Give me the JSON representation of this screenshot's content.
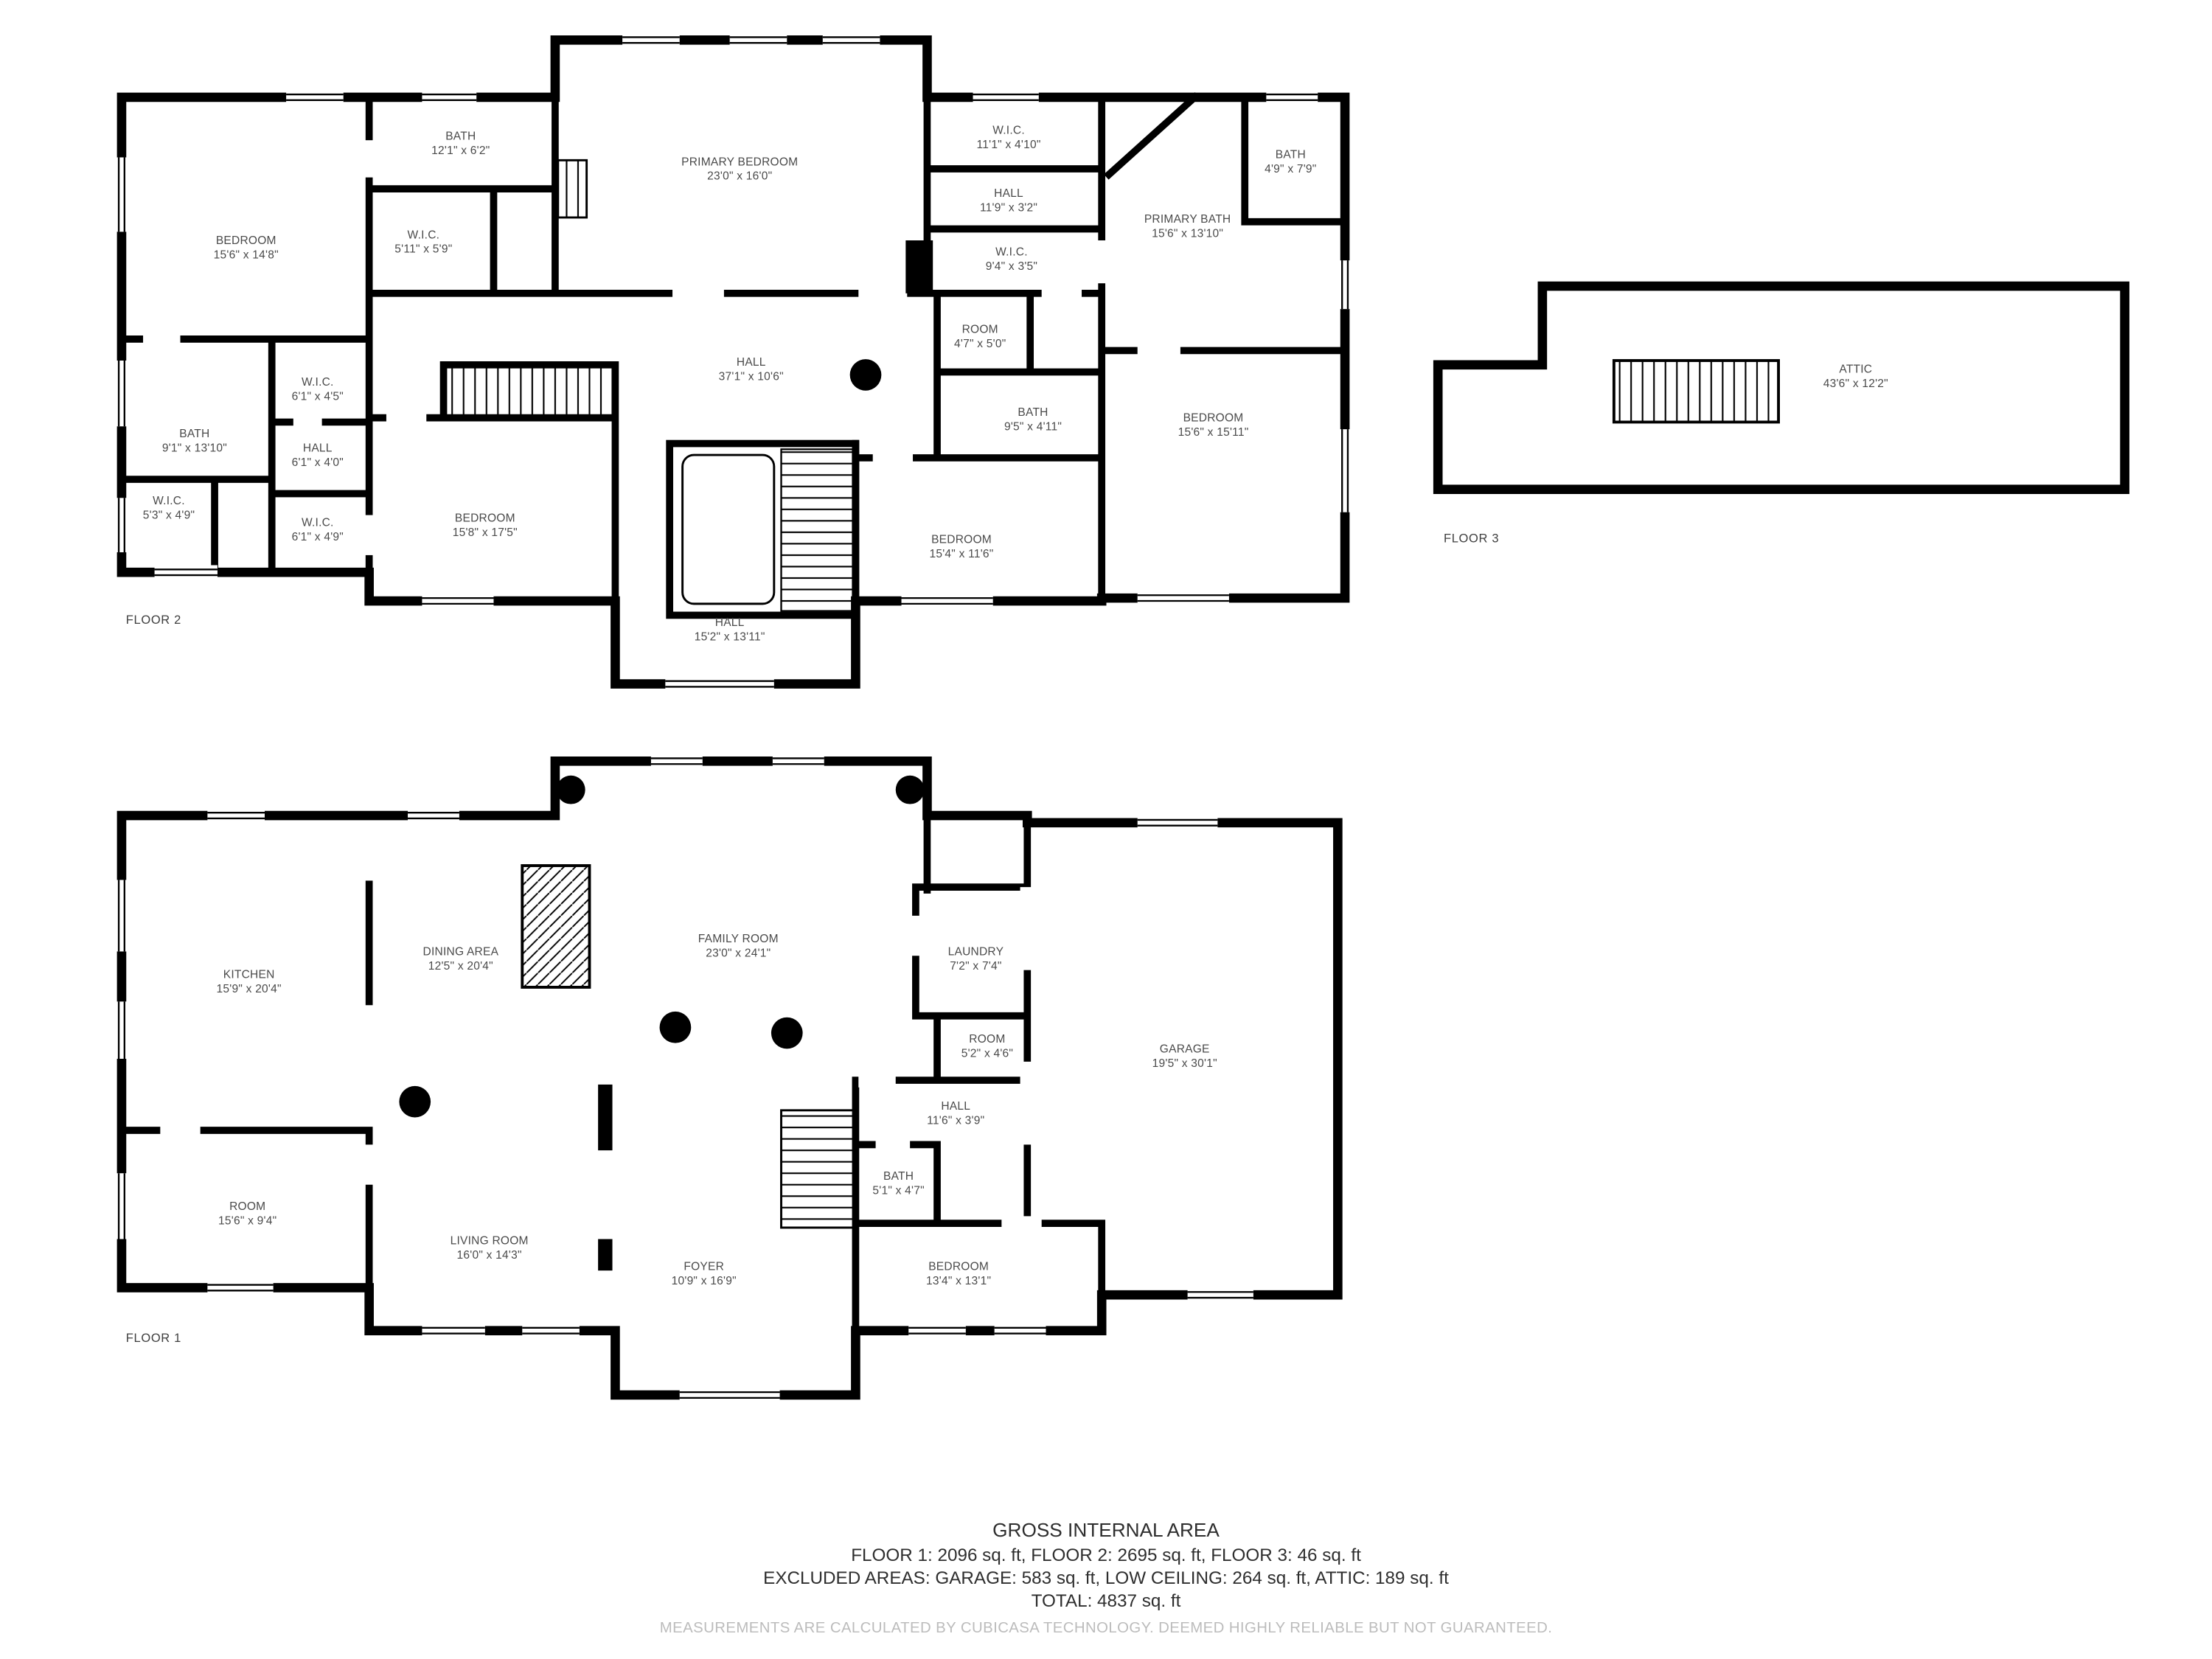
{
  "floors": [
    {
      "id": "floor-1",
      "label": "FLOOR 1",
      "rooms": [
        {
          "name": "KITCHEN",
          "dims": "15'9\" x 20'4\""
        },
        {
          "name": "DINING AREA",
          "dims": "12'5\" x 20'4\""
        },
        {
          "name": "FAMILY ROOM",
          "dims": "23'0\" x 24'1\""
        },
        {
          "name": "LAUNDRY",
          "dims": "7'2\" x 7'4\""
        },
        {
          "name": "ROOM",
          "dims": "5'2\" x 4'6\""
        },
        {
          "name": "GARAGE",
          "dims": "19'5\" x 30'1\""
        },
        {
          "name": "HALL",
          "dims": "11'6\" x 3'9\""
        },
        {
          "name": "BATH",
          "dims": "5'1\" x 4'7\""
        },
        {
          "name": "ROOM",
          "dims": "15'6\" x 9'4\""
        },
        {
          "name": "LIVING ROOM",
          "dims": "16'0\" x 14'3\""
        },
        {
          "name": "FOYER",
          "dims": "10'9\" x 16'9\""
        },
        {
          "name": "BEDROOM",
          "dims": "13'4\" x 13'1\""
        }
      ]
    },
    {
      "id": "floor-2",
      "label": "FLOOR 2",
      "rooms": [
        {
          "name": "BATH",
          "dims": "12'1\" x 6'2\""
        },
        {
          "name": "PRIMARY BEDROOM",
          "dims": "23'0\" x 16'0\""
        },
        {
          "name": "W.I.C.",
          "dims": "11'1\" x 4'10\""
        },
        {
          "name": "HALL",
          "dims": "11'9\" x 3'2\""
        },
        {
          "name": "BATH",
          "dims": "4'9\" x 7'9\""
        },
        {
          "name": "PRIMARY BATH",
          "dims": "15'6\" x 13'10\""
        },
        {
          "name": "BEDROOM",
          "dims": "15'6\" x 14'8\""
        },
        {
          "name": "W.I.C.",
          "dims": "5'11\" x 5'9\""
        },
        {
          "name": "W.I.C.",
          "dims": "9'4\" x 3'5\""
        },
        {
          "name": "ROOM",
          "dims": "4'7\" x 5'0\""
        },
        {
          "name": "HALL",
          "dims": "37'1\" x 10'6\""
        },
        {
          "name": "W.I.C.",
          "dims": "6'1\" x 4'5\""
        },
        {
          "name": "BATH",
          "dims": "9'1\" x 13'10\""
        },
        {
          "name": "HALL",
          "dims": "6'1\" x 4'0\""
        },
        {
          "name": "BATH",
          "dims": "9'5\" x 4'11\""
        },
        {
          "name": "BEDROOM",
          "dims": "15'6\" x 15'11\""
        },
        {
          "name": "W.I.C.",
          "dims": "5'3\" x 4'9\""
        },
        {
          "name": "W.I.C.",
          "dims": "6'1\" x 4'9\""
        },
        {
          "name": "BEDROOM",
          "dims": "15'8\" x 17'5\""
        },
        {
          "name": "BEDROOM",
          "dims": "15'4\" x 11'6\""
        },
        {
          "name": "HALL",
          "dims": "15'2\" x 13'11\""
        }
      ]
    },
    {
      "id": "floor-3",
      "label": "FLOOR 3",
      "rooms": [
        {
          "name": "ATTIC",
          "dims": "43'6\" x 12'2\""
        }
      ]
    }
  ],
  "footer": {
    "title": "GROSS INTERNAL AREA",
    "line1": "FLOOR 1: 2096 sq. ft, FLOOR 2: 2695 sq. ft, FLOOR 3: 46 sq. ft",
    "line2": "EXCLUDED AREAS: GARAGE: 583 sq. ft, LOW CEILING: 264 sq. ft, ATTIC: 189 sq. ft",
    "total": "TOTAL: 4837 sq. ft",
    "disclaimer": "MEASUREMENTS ARE CALCULATED BY CUBICASA TECHNOLOGY. DEEMED HIGHLY RELIABLE BUT NOT GUARANTEED."
  },
  "colors": {
    "wall": "#000000",
    "label": "#4a4a4a",
    "disclaimer": "#bcbcbc"
  }
}
